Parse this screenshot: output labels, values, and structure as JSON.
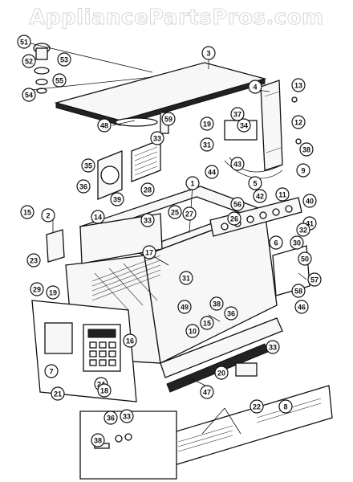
{
  "watermark": "AppliancePartsPros.com",
  "callouts": [
    "51",
    "52",
    "53",
    "55",
    "54",
    "3",
    "48",
    "59",
    "33",
    "4",
    "13",
    "34",
    "37",
    "12",
    "19",
    "31",
    "5",
    "43",
    "44",
    "9",
    "38",
    "35",
    "36",
    "39",
    "28",
    "33",
    "1",
    "2",
    "15",
    "14",
    "25",
    "27",
    "26",
    "56",
    "42",
    "11",
    "40",
    "41",
    "32",
    "30",
    "6",
    "17",
    "23",
    "29",
    "19",
    "31",
    "49",
    "38",
    "36",
    "15",
    "10",
    "33",
    "50",
    "57",
    "58",
    "46",
    "7",
    "21",
    "24",
    "16",
    "18",
    "47",
    "20",
    "22",
    "8",
    "38",
    "36",
    "33"
  ]
}
